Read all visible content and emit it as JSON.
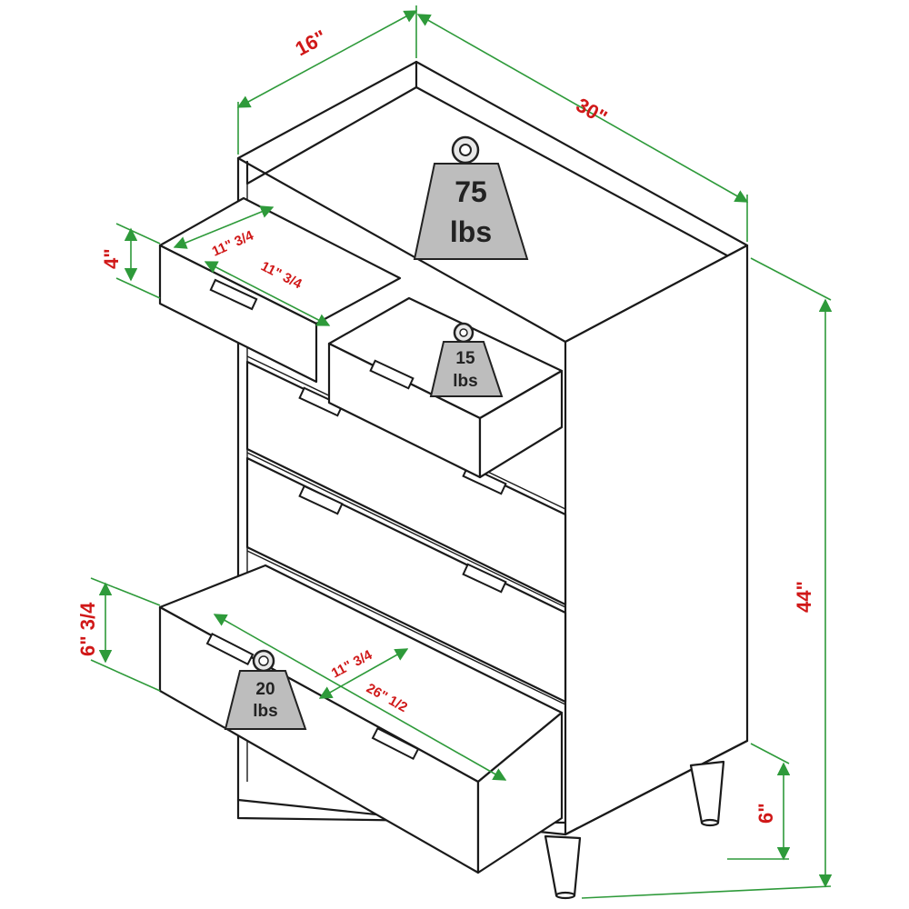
{
  "dimensions": {
    "depth": "16\"",
    "width": "30\"",
    "height": "44\"",
    "leg_height": "6\"",
    "small_drawer_height": "4\"",
    "small_drawer_depth": "11\" 3/4",
    "small_drawer_width": "11\" 3/4",
    "bottom_drawer_height": "6\" 3/4",
    "bottom_drawer_depth": "11\" 3/4",
    "bottom_drawer_width": "26\" 1/2"
  },
  "weights": {
    "top": {
      "value": "75",
      "unit": "lbs"
    },
    "small_drawer": {
      "value": "15",
      "unit": "lbs"
    },
    "large_drawer": {
      "value": "20",
      "unit": "lbs"
    }
  },
  "colors": {
    "dimension_line": "#2e9a3a",
    "dimension_text": "#d01818",
    "weight_fill": "#bdbdbd",
    "outline": "#1a1a1a"
  }
}
